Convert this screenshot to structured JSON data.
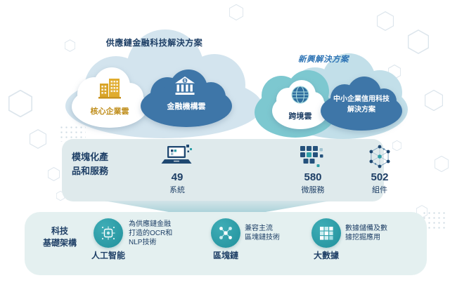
{
  "clouds": {
    "supply_chain": {
      "title": "供應鏈金融科技解決方案",
      "core_enterprise_label": "核心企業雲",
      "financial_institution_label": "金融機構雲"
    },
    "emerging": {
      "title": "新興解決方案",
      "cross_border_label": "跨境雲",
      "sme_line1": "中小企業信用科技",
      "sme_line2": "解決方案"
    }
  },
  "modular": {
    "label_line1": "模塊化產",
    "label_line2": "品和服務",
    "items": [
      {
        "icon": "laptop-icon",
        "value": "49",
        "label": "系統"
      },
      {
        "icon": "microservices-icon",
        "value": "580",
        "label": "微服務"
      },
      {
        "icon": "components-network-icon",
        "value": "502",
        "label": "組件"
      }
    ]
  },
  "infrastructure": {
    "label_line1": "科技",
    "label_line2": "基礎架構",
    "items": [
      {
        "icon": "ai-chip-icon",
        "name": "人工智能",
        "desc": [
          "為供應鏈金融",
          "打造的OCR和",
          "NLP技術"
        ]
      },
      {
        "icon": "blockchain-nodes-icon",
        "name": "區塊鏈",
        "desc": [
          "兼容主流",
          "區塊鏈技術"
        ]
      },
      {
        "icon": "big-data-grid-icon",
        "name": "大數據",
        "desc": [
          "數據儲備及數",
          "據挖掘應用"
        ]
      }
    ]
  },
  "icons": {
    "dollar": "$"
  },
  "colors": {
    "navy": "#1e3f66",
    "steel_blue": "#3e76a8",
    "teal": "#2f9fa8",
    "gold": "#d9a428",
    "light_cloud_blue": "#d3e4ee",
    "teal_cloud": "#7dc8d0",
    "light_cloud_right": "#c2dfe9",
    "mid_band": "#dfeaec",
    "bottom_band": "#e4f0f0",
    "emerging_title": "#2e74b5"
  }
}
